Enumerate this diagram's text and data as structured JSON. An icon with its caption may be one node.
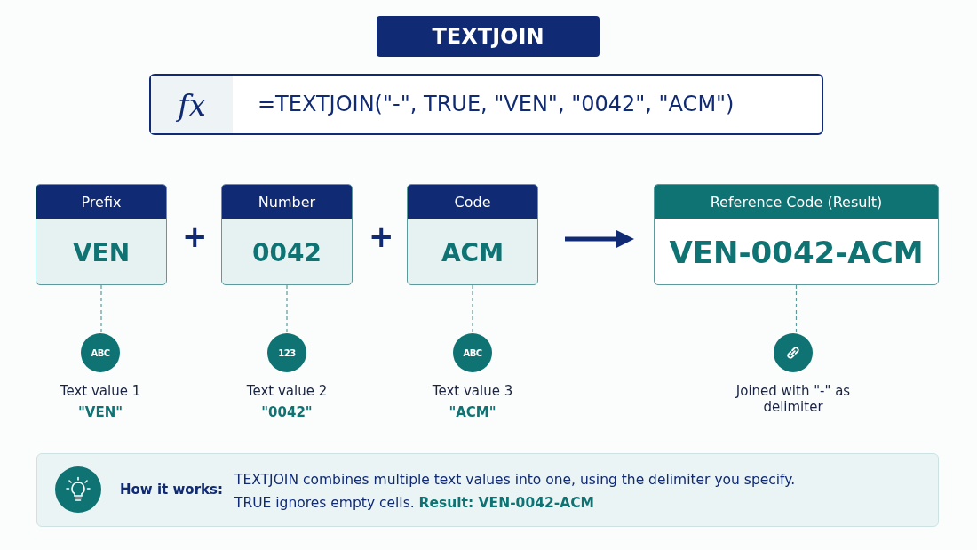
{
  "diagram": {
    "title": "TEXTJOIN",
    "nodes": [
      {
        "text": [
          "fx",
          "=TEXTJOIN(\"-\", TRUE, \"VEN\", \"0042\", \"ACM\")"
        ]
      },
      {
        "text": [
          "Prefix",
          "VEN"
        ]
      },
      {
        "text": [
          "Number",
          "0042"
        ]
      },
      {
        "text": [
          "Code",
          "ACM"
        ]
      },
      {
        "text": [
          "Reference Code (Result)",
          "VEN-0042-ACM"
        ]
      },
      {
        "text": [
          "ABC"
        ],
        "beside": [
          "Text value 1",
          "\"VEN\""
        ]
      },
      {
        "text": [
          "123"
        ],
        "beside": [
          "Text value 2",
          "\"0042\""
        ]
      },
      {
        "text": [
          "ABC"
        ],
        "beside": [
          "Text value 3",
          "\"ACM\""
        ]
      },
      {
        "text": [],
        "shape": "circle",
        "beside": [
          "Joined with \"-\" as delimiter"
        ]
      },
      {
        "text": [
          "How it works:",
          "TEXTJOIN combines multiple text values into one, using the delimiter you specify. TRUE ignores empty cells. **Result: VEN-0042-ACM**"
        ]
      }
    ],
    "edges": [
      {
        "from": 1,
        "to": 5,
        "arrow": "none",
        "style": "dashed"
      },
      {
        "from": 2,
        "to": 6,
        "arrow": "none",
        "style": "dashed"
      },
      {
        "from": 3,
        "to": 7,
        "arrow": "none",
        "style": "dashed"
      },
      {
        "from": 4,
        "to": 8,
        "arrow": "none",
        "style": "dashed"
      },
      {
        "from": 3,
        "to": 4,
        "arrow": "to",
        "style": "thick",
        "color": "#102a74"
      }
    ],
    "labels": [
      "+",
      "+"
    ]
  }
}
